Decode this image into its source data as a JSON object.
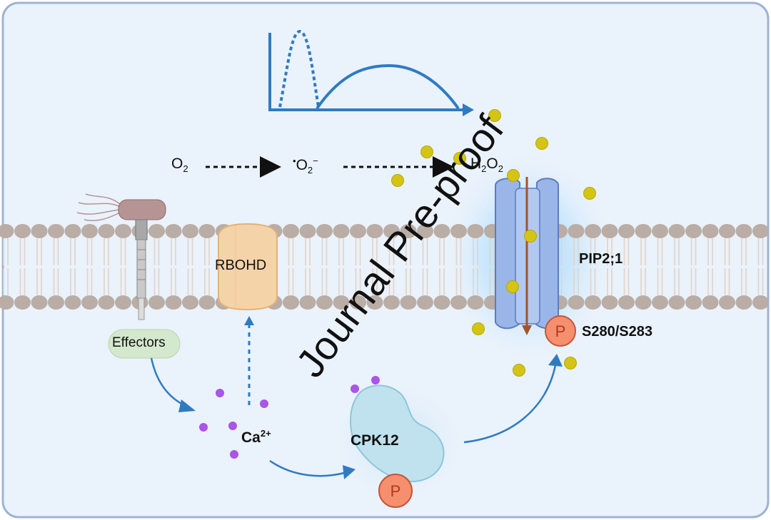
{
  "labels": {
    "o2": "O",
    "o2_sub": "2",
    "superoxide_dot": "•",
    "superoxide_o": "O",
    "superoxide_sub": "2",
    "superoxide_sup": "−",
    "h2o2_h": "H",
    "h2o2_sub1": "2",
    "h2o2_o": "O",
    "h2o2_sub2": "2",
    "rbohd": "RBOHD",
    "effectors": "Effectors",
    "ca": "Ca",
    "ca_sup": "2+",
    "cpk12": "CPK12",
    "pip": "PIP2;1",
    "site": "S280/S283",
    "phospho_cpk": "P",
    "phospho_pip": "P",
    "watermark": "Journal Pre-proof"
  },
  "colors": {
    "panel_bg": "#eaf2fb",
    "panel_border": "#9db3d6",
    "arrow_blue": "#2f7bc2",
    "lipid_head": "#b9ada5",
    "rbohd_fill": "#f5d3a8",
    "channel_fill": "#9ab5e8",
    "glow": "#9fd0f7",
    "cpk_fill": "#bfe2ee",
    "phospho_fill": "#f58f6e",
    "h2o2_dot": "#d4c414",
    "ca_dot": "#a855e8",
    "effector_fill": "#d4e8cd",
    "bacteria": "#b79494"
  },
  "icons": [
    "bacterium-icon",
    "receptor-icon",
    "rbohd-enzyme-icon",
    "aquaporin-channel-icon",
    "cpk12-kinase-icon",
    "phosphate-icon"
  ]
}
